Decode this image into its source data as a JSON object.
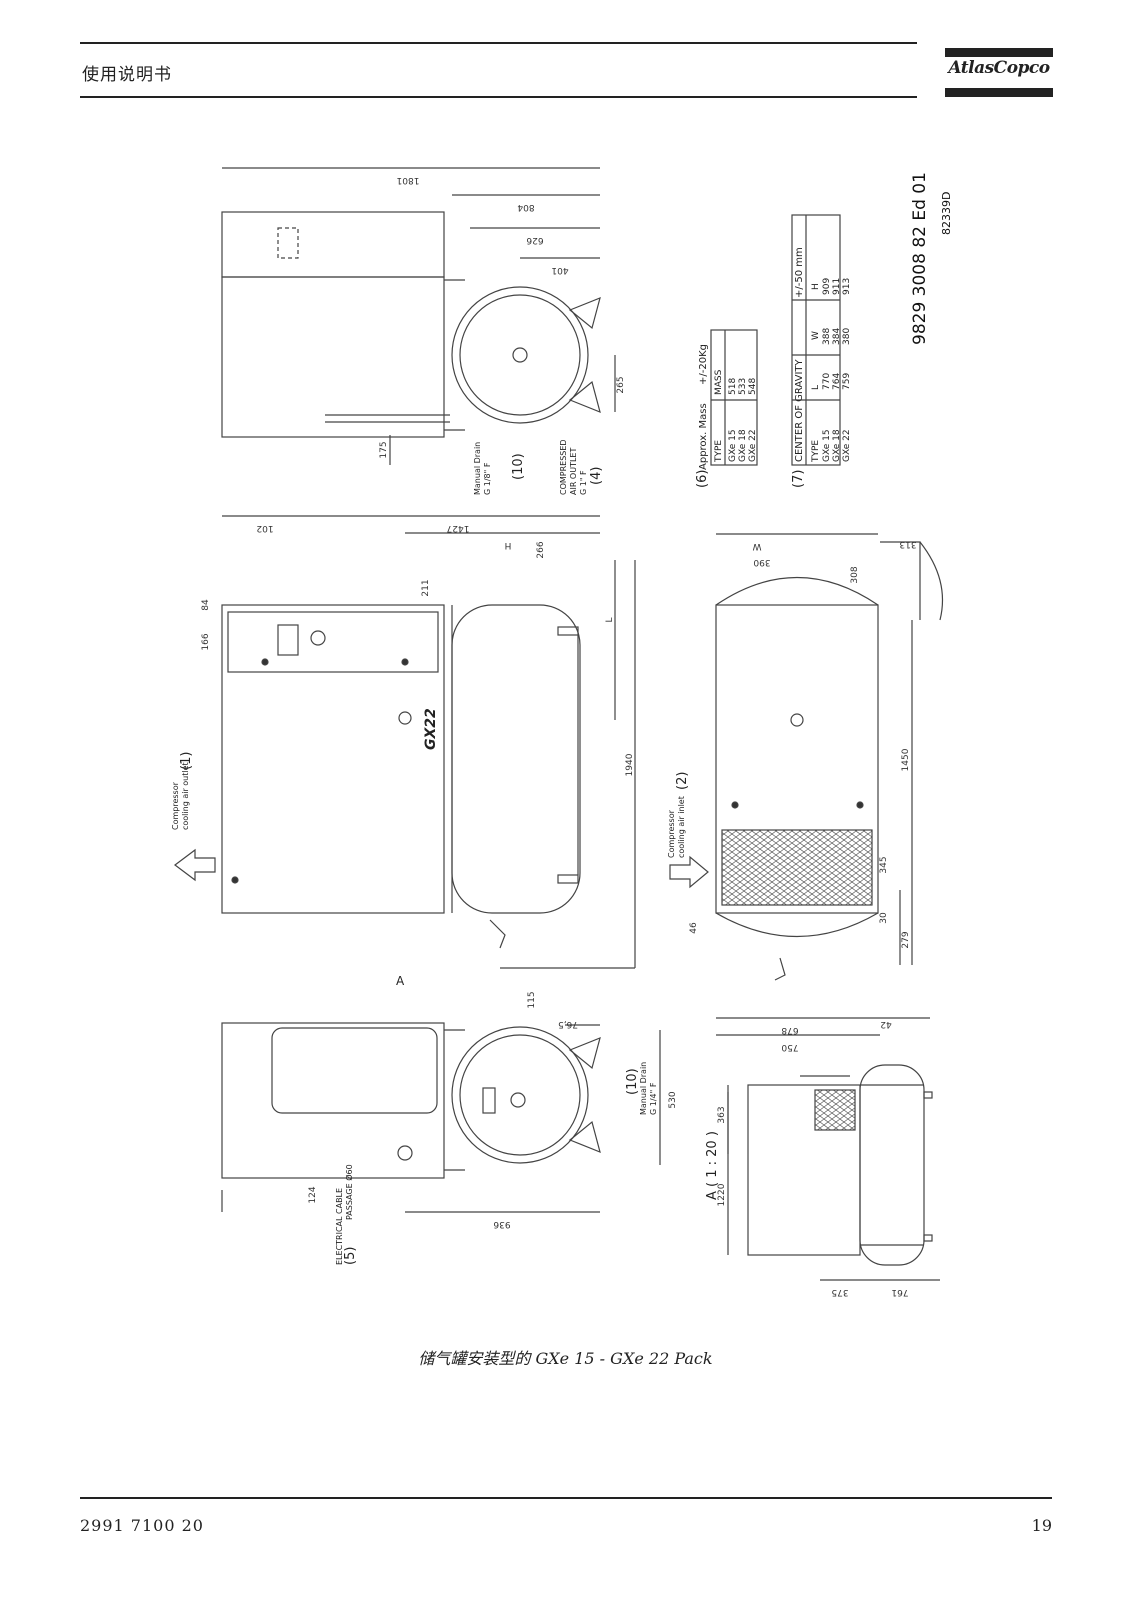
{
  "header": {
    "title": "使用说明书"
  },
  "logo": {
    "text": "AtlasCopco"
  },
  "drawing": {
    "doc_number": "9829 3008 82 Ed 01",
    "drawing_code": "82339D",
    "view_a_label": "A",
    "scale_label": "A ( 1 : 20 )",
    "dims": {
      "d1801": "1801",
      "d804": "804",
      "d626": "626",
      "d401": "401",
      "d265": "265",
      "d175": "175",
      "d102": "102",
      "d1427": "1427",
      "dH": "H",
      "d266": "266",
      "d211": "211",
      "d84": "84",
      "d166": "166",
      "dL": "L",
      "d1940": "1940",
      "d115": "115",
      "d765": "76,5",
      "d530": "530",
      "d936": "936",
      "d124": "124",
      "dW": "W",
      "d390": "390",
      "d313": "313",
      "d308": "308",
      "d1450": "1450",
      "d345": "345",
      "d30": "30",
      "d279": "279",
      "d46": "46",
      "d678": "678",
      "d42": "42",
      "d750": "750",
      "d363": "363",
      "d1220": "1220",
      "d375": "375",
      "d761": "761"
    },
    "callouts": {
      "c1_num": "(1)",
      "c1_text": "Compressor",
      "c1_text2": "cooling air outlet",
      "c2_num": "(2)",
      "c2_text": "Compressor",
      "c2_text2": "cooling air inlet",
      "c4_num": "(4)",
      "c4_text": "COMPRESSED",
      "c4_text2": "AIR OUTLET",
      "c4_text3": "G 1\" F",
      "c5_num": "(5)",
      "c5_text": "ELECTRICAL CABLE",
      "c5_text2": "PASSAGE Ø60",
      "c10a_num": "(10)",
      "c10a_text": "Manual Drain",
      "c10a_text2": "G 1/8\" F",
      "c10b_num": "(10)",
      "c10b_text": "Manual Drain",
      "c10b_text2": "G 1/4\" F",
      "model_badge": "GX22"
    },
    "mass_table": {
      "num": "(6)",
      "title": "Approx. Mass",
      "tol": "+/-20Kg",
      "headers": [
        "TYPE",
        "MASS"
      ],
      "rows": [
        [
          "GXe 15",
          "518"
        ],
        [
          "GXe 18",
          "533"
        ],
        [
          "GXe 22",
          "548"
        ]
      ]
    },
    "cog_table": {
      "num": "(7)",
      "title": "CENTER OF GRAVITY",
      "tol": "+/-50 mm",
      "headers": [
        "TYPE",
        "L",
        "W",
        "H"
      ],
      "rows": [
        [
          "GXe 15",
          "770",
          "388",
          "909"
        ],
        [
          "GXe 18",
          "764",
          "384",
          "911"
        ],
        [
          "GXe 22",
          "759",
          "380",
          "913"
        ]
      ]
    }
  },
  "caption": "储气罐安装型的 GXe 15 - GXe 22 Pack",
  "footer": {
    "doc_number": "2991 7100 20",
    "page_number": "19"
  }
}
